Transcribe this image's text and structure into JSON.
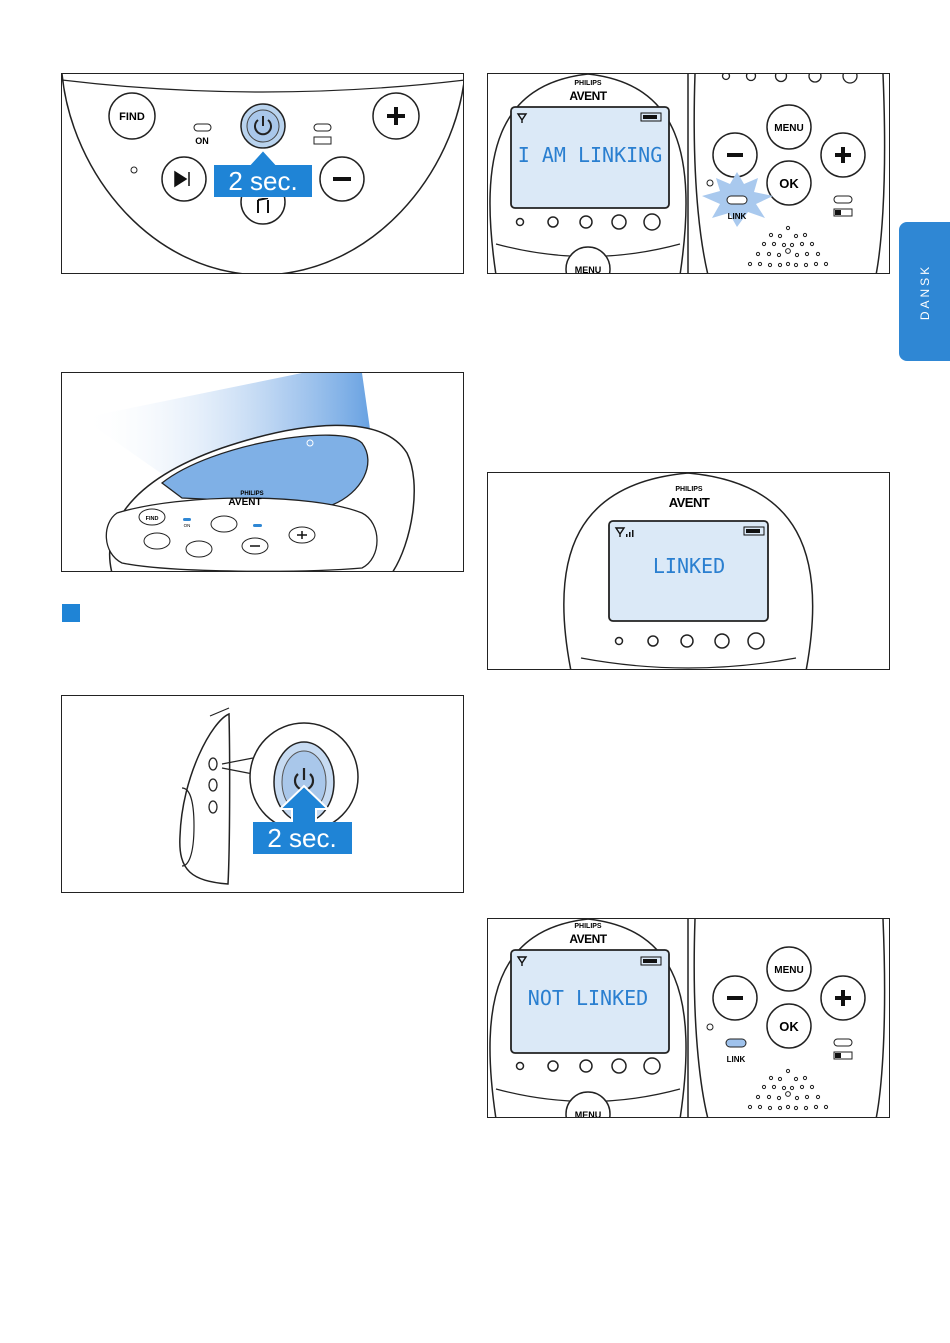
{
  "side_tab": {
    "label": "DANSK",
    "color": "#2f87d4"
  },
  "accent_color": "#1f84d6",
  "panel1": {
    "find": "FIND",
    "on": "ON",
    "badge": "2 sec."
  },
  "panel2": {
    "brand_top": "PHILIPS",
    "brand": "AVENT",
    "lcd_text": "I AM LINKING",
    "menu_bottom": "MENU",
    "menu": "MENU",
    "ok": "OK",
    "link": "LINK"
  },
  "panel3": {
    "brand_top": "PHILIPS",
    "brand": "AVENT",
    "find": "FIND",
    "on": "ON"
  },
  "panel4": {
    "brand_top": "PHILIPS",
    "brand": "AVENT",
    "lcd_text": "LINKED"
  },
  "panel5": {
    "badge": "2 sec."
  },
  "panel6": {
    "brand_top": "PHILIPS",
    "brand": "AVENT",
    "lcd_text": "NOT LINKED",
    "menu_bottom": "MENU",
    "menu": "MENU",
    "ok": "OK",
    "link": "LINK"
  }
}
